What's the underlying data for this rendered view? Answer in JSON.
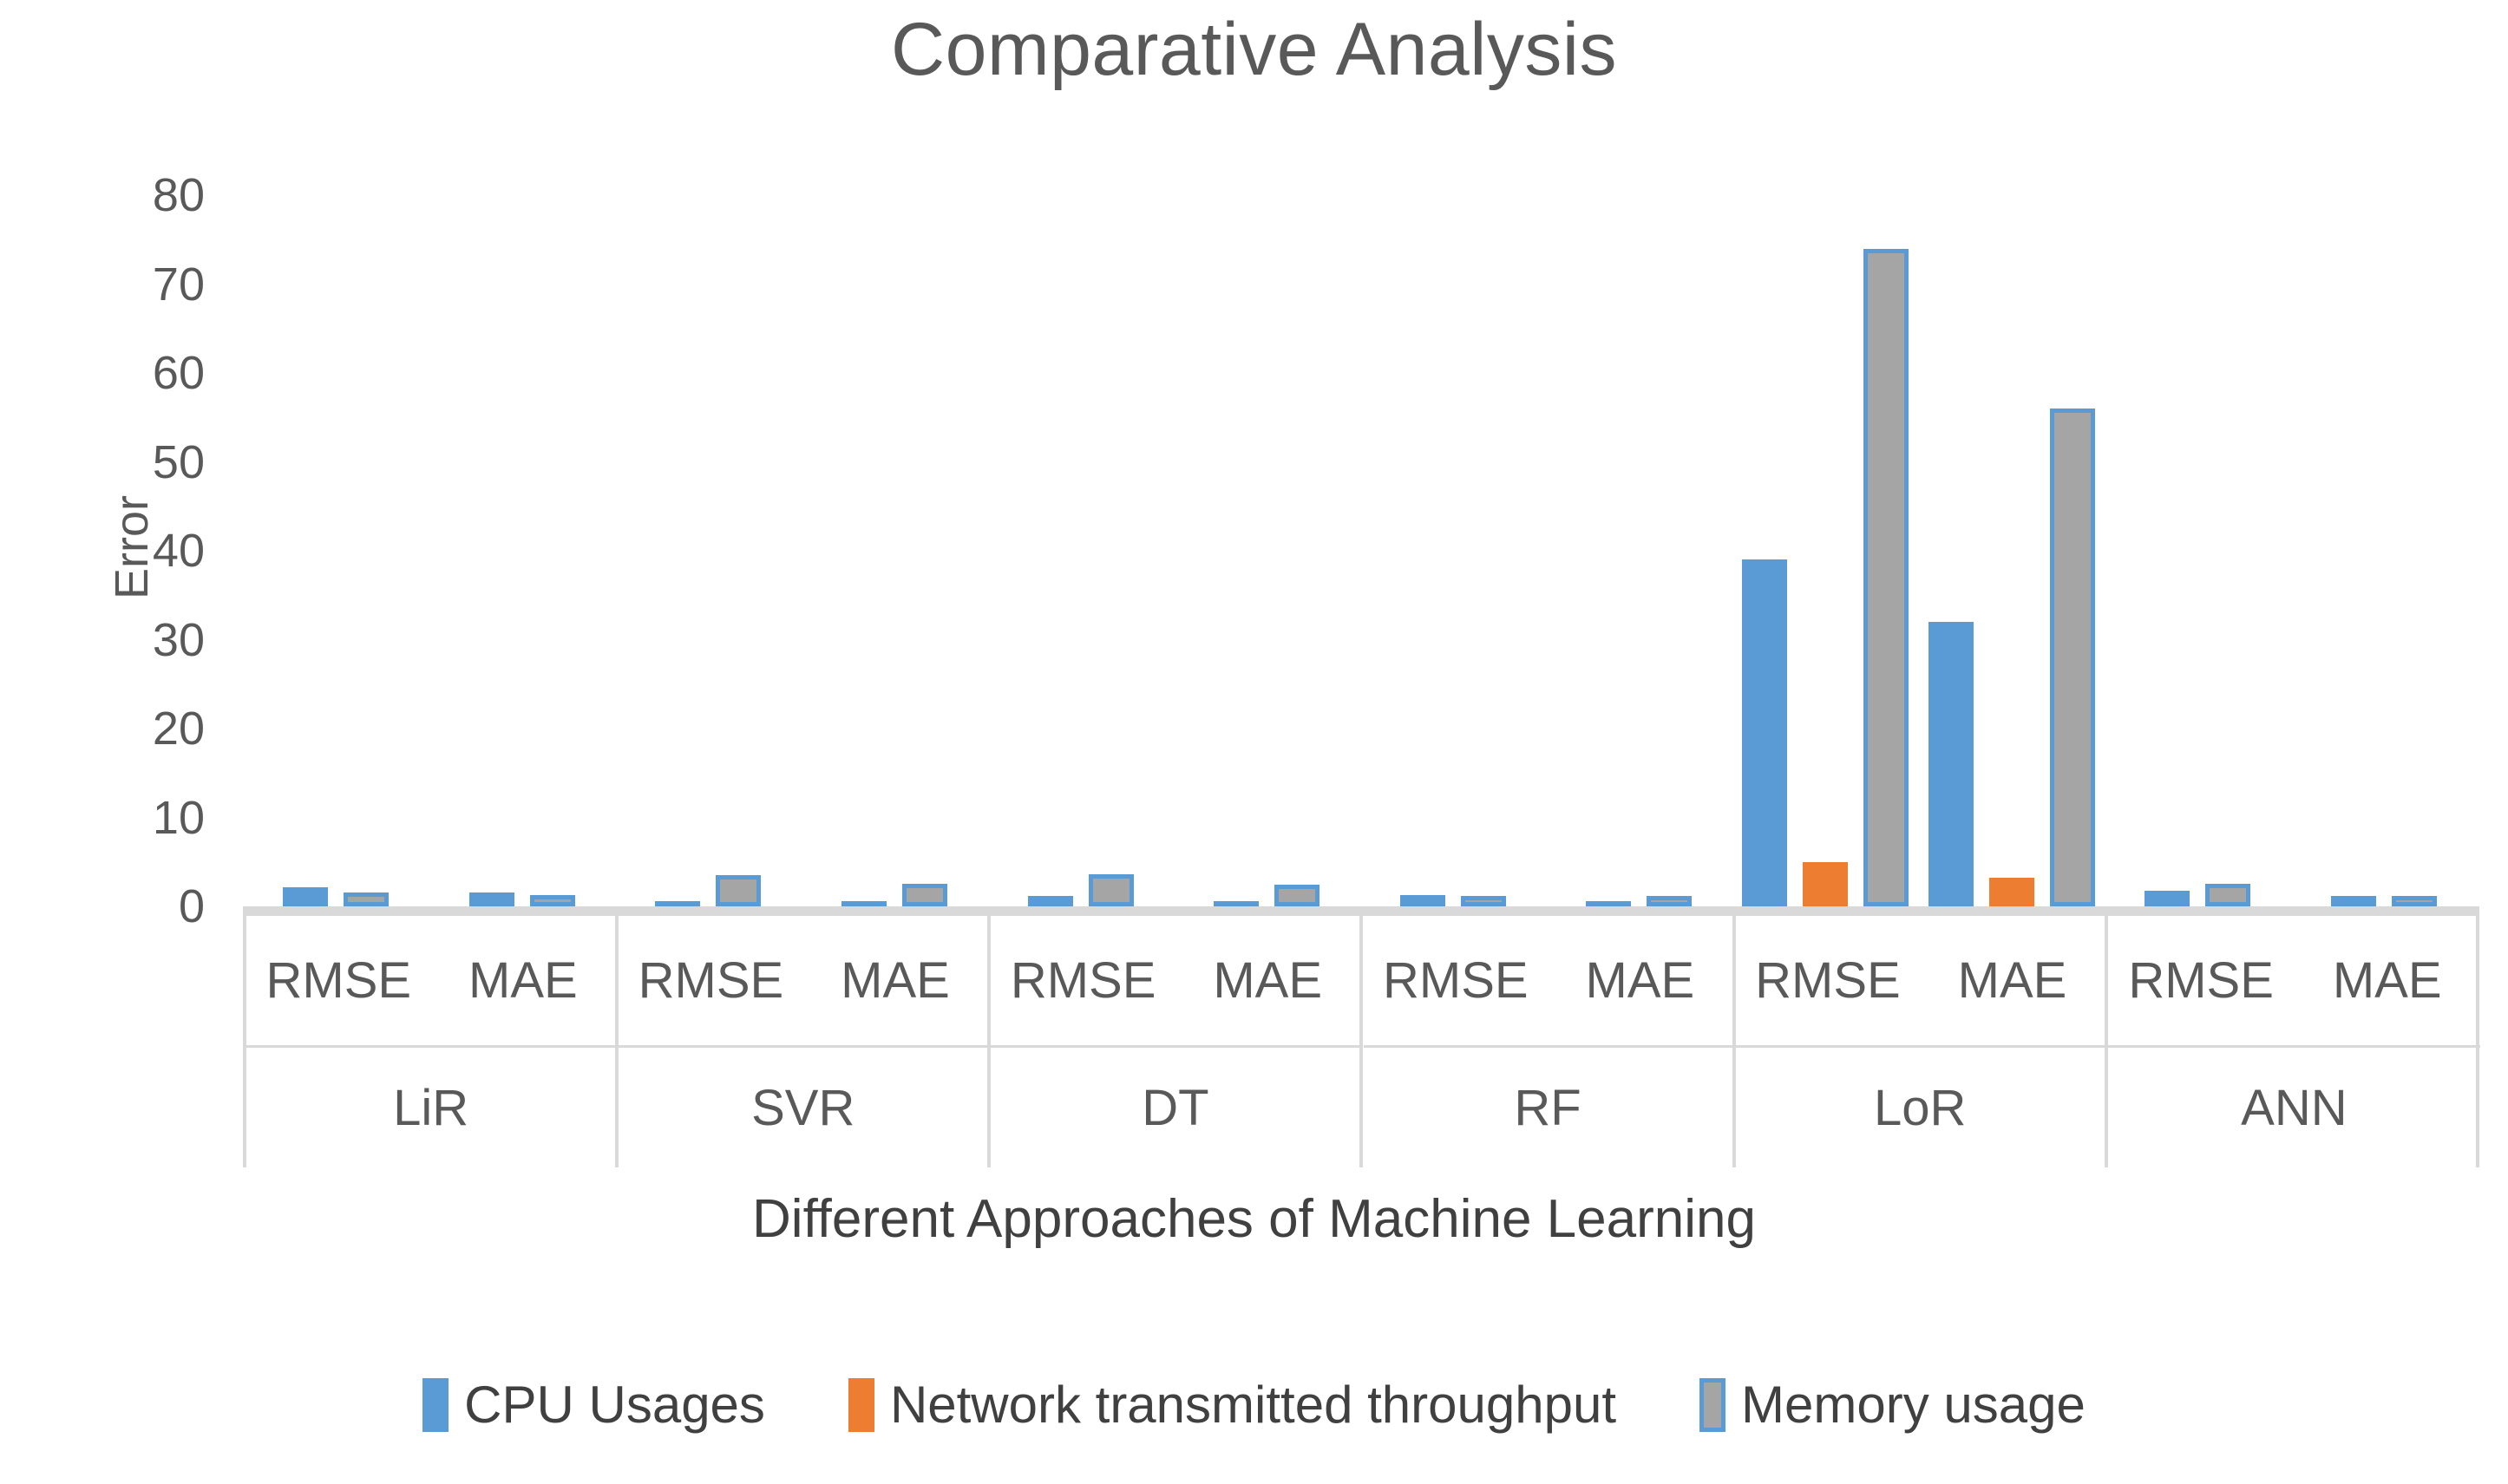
{
  "chart_data": {
    "type": "bar",
    "title": "Comparative Analysis",
    "xlabel": "Different Approaches of Machine Learning",
    "ylabel": "Error",
    "ylim": [
      0,
      80
    ],
    "ytick_labels": [
      "80",
      "70",
      "60",
      "50",
      "40",
      "30",
      "20",
      "10",
      "0"
    ],
    "ytick_values": [
      80,
      70,
      60,
      50,
      40,
      30,
      20,
      10,
      0
    ],
    "grid": false,
    "legend_position": "bottom",
    "groups": [
      "LiR",
      "SVR",
      "DT",
      "RF",
      "LoR",
      "ANN"
    ],
    "metrics": [
      "RMSE",
      "MAE"
    ],
    "categories": [
      "LiR RMSE",
      "LiR MAE",
      "SVR RMSE",
      "SVR MAE",
      "DT RMSE",
      "DT MAE",
      "RF RMSE",
      "RF MAE",
      "LoR RMSE",
      "LoR MAE",
      "ANN RMSE",
      "ANN MAE"
    ],
    "series": [
      {
        "name": "CPU Usages",
        "color": "#5B9BD5",
        "values": [
          2.1,
          1.6,
          0.5,
          0.4,
          1.2,
          0.4,
          1.3,
          0.5,
          39.0,
          32.0,
          1.8,
          1.2
        ]
      },
      {
        "name": "Network transmitted throughput",
        "color": "#ED7D31",
        "values": [
          0,
          0,
          0,
          0,
          0,
          0,
          0,
          0,
          5.0,
          3.2,
          0,
          0
        ]
      },
      {
        "name": "Memory usage",
        "color": "#A5A5A5",
        "values": [
          1.6,
          1.3,
          3.5,
          2.5,
          3.6,
          2.4,
          1.2,
          1.2,
          74.0,
          56.0,
          2.5,
          1.2
        ]
      }
    ]
  },
  "legend": {
    "items": [
      {
        "label": "CPU Usages",
        "swatch": "cpu"
      },
      {
        "label": "Network transmitted throughput",
        "swatch": "net"
      },
      {
        "label": "Memory usage",
        "swatch": "mem"
      }
    ]
  }
}
